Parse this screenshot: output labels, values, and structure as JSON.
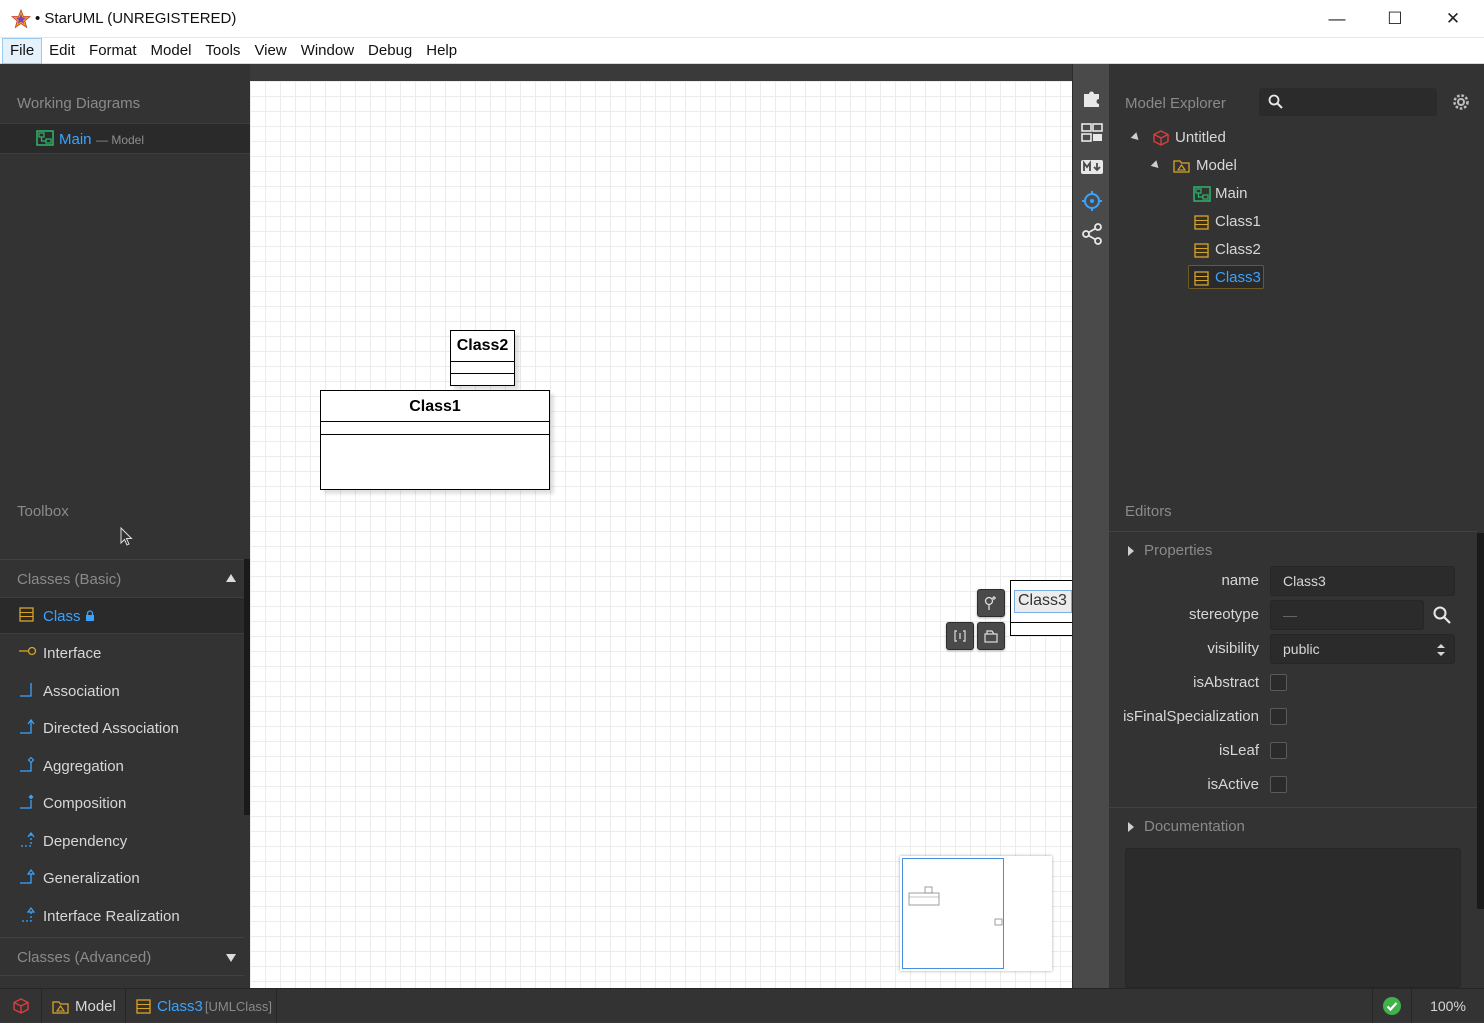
{
  "window": {
    "title": "• StarUML (UNREGISTERED)",
    "minimize_glyph": "—",
    "maximize_glyph": "☐",
    "close_glyph": "✕"
  },
  "menu": [
    "File",
    "Edit",
    "Format",
    "Model",
    "Tools",
    "View",
    "Window",
    "Debug",
    "Help"
  ],
  "working_diagrams": {
    "title": "Working Diagrams",
    "item": {
      "name": "Main",
      "context": "— Model"
    }
  },
  "toolbox": {
    "title": "Toolbox",
    "section_basic": "Classes (Basic)",
    "section_advanced": "Classes (Advanced)",
    "items": [
      {
        "label": "Class",
        "icon": "class-icon",
        "selected": true,
        "locked": true
      },
      {
        "label": "Interface",
        "icon": "interface-icon"
      },
      {
        "label": "Association",
        "icon": "association-icon"
      },
      {
        "label": "Directed Association",
        "icon": "directed-association-icon"
      },
      {
        "label": "Aggregation",
        "icon": "aggregation-icon"
      },
      {
        "label": "Composition",
        "icon": "composition-icon"
      },
      {
        "label": "Dependency",
        "icon": "dependency-icon"
      },
      {
        "label": "Generalization",
        "icon": "generalization-icon"
      },
      {
        "label": "Interface Realization",
        "icon": "interface-realization-icon"
      }
    ]
  },
  "diagram": {
    "classes": [
      {
        "name": "Class2"
      },
      {
        "name": "Class1"
      },
      {
        "name": "Class3",
        "editing": true
      }
    ]
  },
  "model_explorer": {
    "title": "Model Explorer",
    "search_placeholder": "",
    "tree": [
      {
        "label": "Untitled",
        "icon": "project-icon",
        "level": 0,
        "expanded": true
      },
      {
        "label": "Model",
        "icon": "model-package-icon",
        "level": 1,
        "expanded": true
      },
      {
        "label": "Main",
        "icon": "class-diagram-icon",
        "level": 2
      },
      {
        "label": "Class1",
        "icon": "class-icon",
        "level": 2
      },
      {
        "label": "Class2",
        "icon": "class-icon",
        "level": 2
      },
      {
        "label": "Class3",
        "icon": "class-icon",
        "level": 2,
        "selected": true
      }
    ]
  },
  "editors": {
    "title": "Editors",
    "properties_header": "Properties",
    "documentation_header": "Documentation",
    "props": {
      "name_label": "name",
      "name_value": "Class3",
      "stereotype_label": "stereotype",
      "stereotype_value": "—",
      "visibility_label": "visibility",
      "visibility_value": "public",
      "isAbstract_label": "isAbstract",
      "isFinalSpecialization_label": "isFinalSpecialization",
      "isLeaf_label": "isLeaf",
      "isActive_label": "isActive"
    }
  },
  "statusbar": {
    "model": "Model",
    "selection": "Class3",
    "selection_type": "[UMLClass]",
    "zoom": "100%"
  },
  "colors": {
    "accent_blue": "#3aa3ff",
    "class_icon": "#d8a428",
    "diagram_icon": "#2fb56b",
    "project_icon": "#e03c3c",
    "ok_green": "#3fb24a"
  }
}
